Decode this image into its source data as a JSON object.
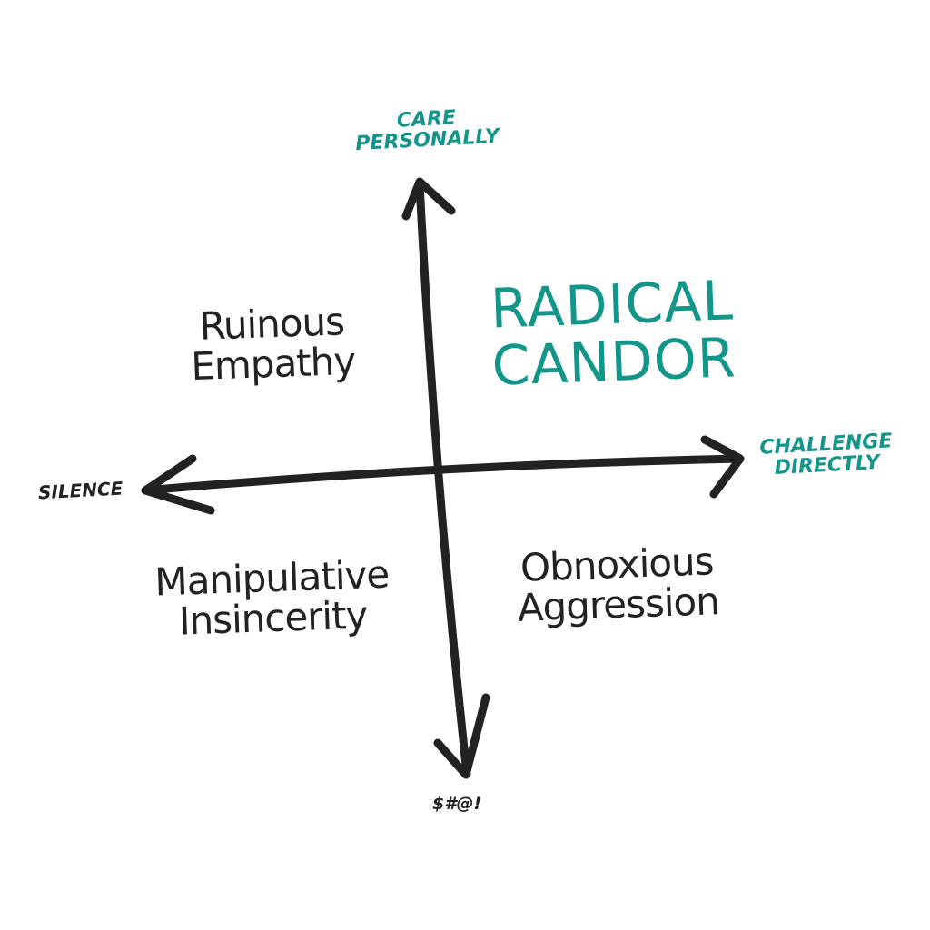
{
  "colors": {
    "accent": "#13968a",
    "ink": "#222222"
  },
  "axes": {
    "top": [
      "CARE",
      "PERSONALLY"
    ],
    "right": [
      "CHALLENGE",
      "DIRECTLY"
    ],
    "left": "SILENCE",
    "bottom": "$#@!"
  },
  "quadrants": {
    "top_right": [
      "RADICAL",
      "CANDOR"
    ],
    "top_left": [
      "Ruinous",
      "Empathy"
    ],
    "bottom_left": [
      "Manipulative",
      "Insincerity"
    ],
    "bottom_right": [
      "Obnoxious",
      "Aggression"
    ]
  }
}
